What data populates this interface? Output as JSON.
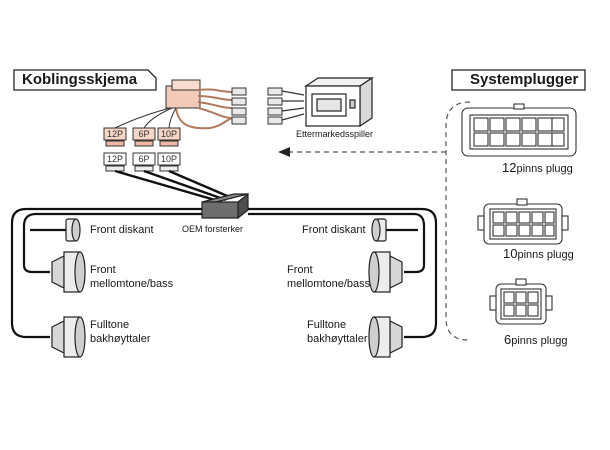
{
  "headers": {
    "left": "Koblingsskjema",
    "right": "Systemplugger"
  },
  "components": {
    "aftermarket": "Ettermarkedsspiller",
    "amplifier": "OEM forsterker"
  },
  "connectors_top": [
    "12P",
    "6P",
    "10P"
  ],
  "connectors_bottom": [
    "12P",
    "6P",
    "10P"
  ],
  "speakers": {
    "left": {
      "tweeter": "Front diskant",
      "mid_line1": "Front",
      "mid_line2": "mellomtone/bass",
      "rear_line1": "Fulltone",
      "rear_line2": "bakhøyttaler"
    },
    "right": {
      "tweeter": "Front diskant",
      "mid_line1": "Front",
      "mid_line2": "mellomtone/bass",
      "rear_line1": "Fulltone",
      "rear_line2": "bakhøyttaler"
    }
  },
  "plugs": [
    {
      "num": "12",
      "label": "pinns plugg"
    },
    {
      "num": "10",
      "label": "pinns plugg"
    },
    {
      "num": "6",
      "label": "pinns plugg"
    }
  ],
  "colors": {
    "accent": "#f3c9b8",
    "connector_fill": "#f6d4c6",
    "wire": "#1a1a1a"
  }
}
